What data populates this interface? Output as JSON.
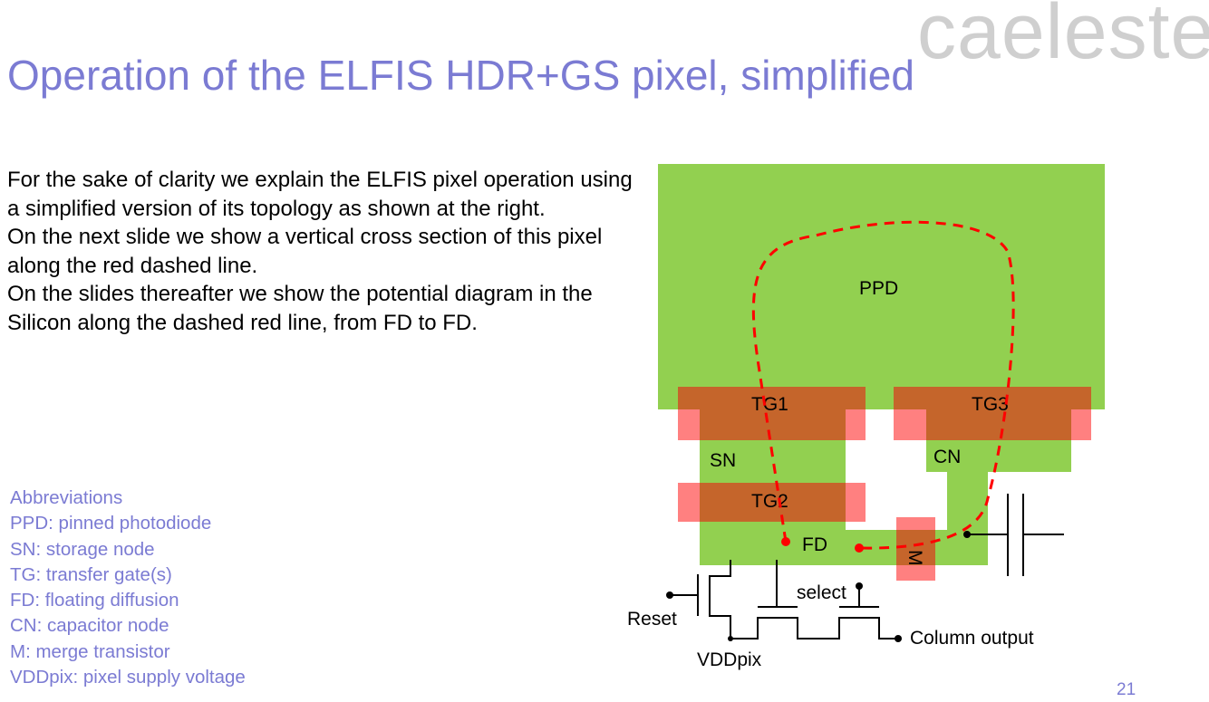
{
  "logo": "caeleste",
  "title": "Operation of the ELFIS HDR+GS pixel, simplified",
  "paragraphs": [
    "For the sake of clarity we explain the ELFIS pixel operation using a simplified version of its topology as shown at the right.",
    "On the next slide we show a vertical cross section of this pixel along the red dashed line.",
    "On the slides thereafter we show the potential diagram in the Silicon along the dashed red line, from FD to FD."
  ],
  "abbreviations": {
    "heading": "Abbreviations",
    "items": [
      "PPD: pinned photodiode",
      "SN: storage node",
      "TG: transfer gate(s)",
      "FD: floating diffusion",
      "CN: capacitor node",
      "M: merge transistor",
      "VDDpix: pixel supply voltage"
    ]
  },
  "diagram": {
    "labels": {
      "ppd": "PPD",
      "tg1": "TG1",
      "tg2": "TG2",
      "tg3": "TG3",
      "sn": "SN",
      "cn": "CN",
      "fd": "FD",
      "m": "M",
      "reset": "Reset",
      "select": "select",
      "vddpix": "VDDpix",
      "column_output": "Column output"
    },
    "colors": {
      "silicon": "#92d050",
      "gate": "#c5652b",
      "gate_overlap": "#ff8080",
      "path": "#ff0000",
      "wire": "#000000"
    }
  },
  "page_number": "21"
}
